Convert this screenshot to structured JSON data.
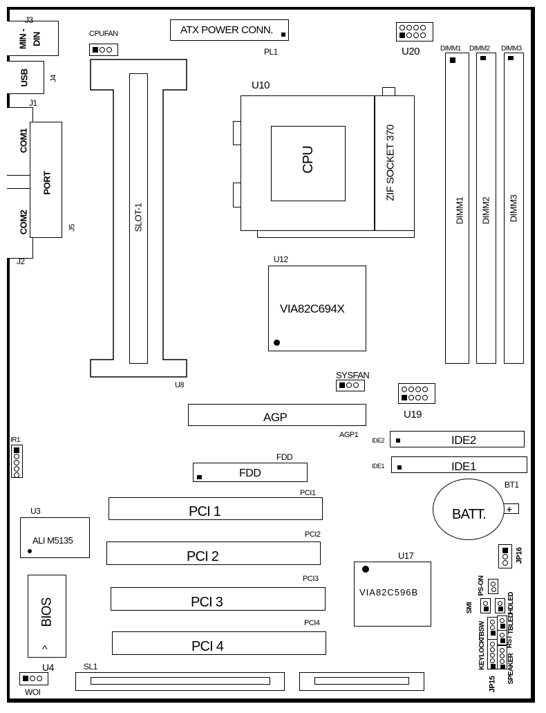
{
  "title": "Motherboard Layout",
  "colors": {
    "line": "#000000",
    "background": "#ffffff"
  },
  "connectors": {
    "j3": {
      "ref": "J3",
      "label_line1": "MIN -",
      "label_line2": "DIN"
    },
    "j4": {
      "ref": "J4",
      "label": "USB"
    },
    "j1": {
      "ref": "J1",
      "label": "COM1"
    },
    "j2": {
      "ref": "J2",
      "label": "COM2"
    },
    "j5": {
      "ref": "J5",
      "label": "PORT"
    },
    "cpufan": {
      "ref": "CPUFAN",
      "pins": 3
    },
    "atx": {
      "ref": "PL1",
      "label": "ATX POWER CONN."
    },
    "u20": {
      "ref": "U20",
      "pins_per_row": 4
    },
    "u19": {
      "ref": "U19",
      "pins_per_row": 4
    },
    "sysfan": {
      "ref": "SYSFAN",
      "pins": 3
    },
    "ir1": {
      "ref": "IR1",
      "pins": 5
    },
    "woi": {
      "ref": "WOI",
      "pins": 3
    },
    "jp16": {
      "ref": "JP16",
      "pins": 3
    }
  },
  "slot1": {
    "ref": "U8",
    "label": "SLOT-1"
  },
  "cpu_socket": {
    "ref": "U10",
    "label": "CPU",
    "socket_label": "ZIF SOCKET 370"
  },
  "dimms": [
    {
      "ref": "DIMM1",
      "label": "DIMM1"
    },
    {
      "ref": "DIMM2",
      "label": "DIMM2"
    },
    {
      "ref": "DIMM3",
      "label": "DIMM3"
    }
  ],
  "chips": {
    "u12": {
      "ref": "U12",
      "label": "VIA82C694X"
    },
    "u17": {
      "ref": "U17",
      "label": "VIA82C596B"
    },
    "u3": {
      "ref": "U3",
      "label": "ALI M5135"
    },
    "u4": {
      "ref": "U4",
      "label": "BIOS",
      "mark": "^"
    }
  },
  "agp": {
    "ref": "AGP1",
    "label": "AGP"
  },
  "ide": [
    {
      "ref": "IDE2",
      "label": "IDE2"
    },
    {
      "ref": "IDE1",
      "label": "IDE1"
    }
  ],
  "fdd": {
    "ref": "FDD",
    "label": "FDD"
  },
  "pci": [
    {
      "ref": "PCI1",
      "label": "PCI 1"
    },
    {
      "ref": "PCI2",
      "label": "PCI 2"
    },
    {
      "ref": "PCI3",
      "label": "PCI 3"
    },
    {
      "ref": "PCI4",
      "label": "PCI 4"
    }
  ],
  "battery": {
    "ref": "BT1",
    "label": "BATT.",
    "terminal": "+"
  },
  "isa": {
    "ref": "SL1"
  },
  "front_panel": {
    "ref": "JP15",
    "labels": {
      "pson": "PS-ON",
      "smi": "SMI",
      "hdled": "HDLED",
      "tbsw": "TBSW",
      "tbled": "TBLED",
      "rst": "RST",
      "keylock": "KEYLOCK",
      "speaker": "SPEAKER"
    }
  }
}
